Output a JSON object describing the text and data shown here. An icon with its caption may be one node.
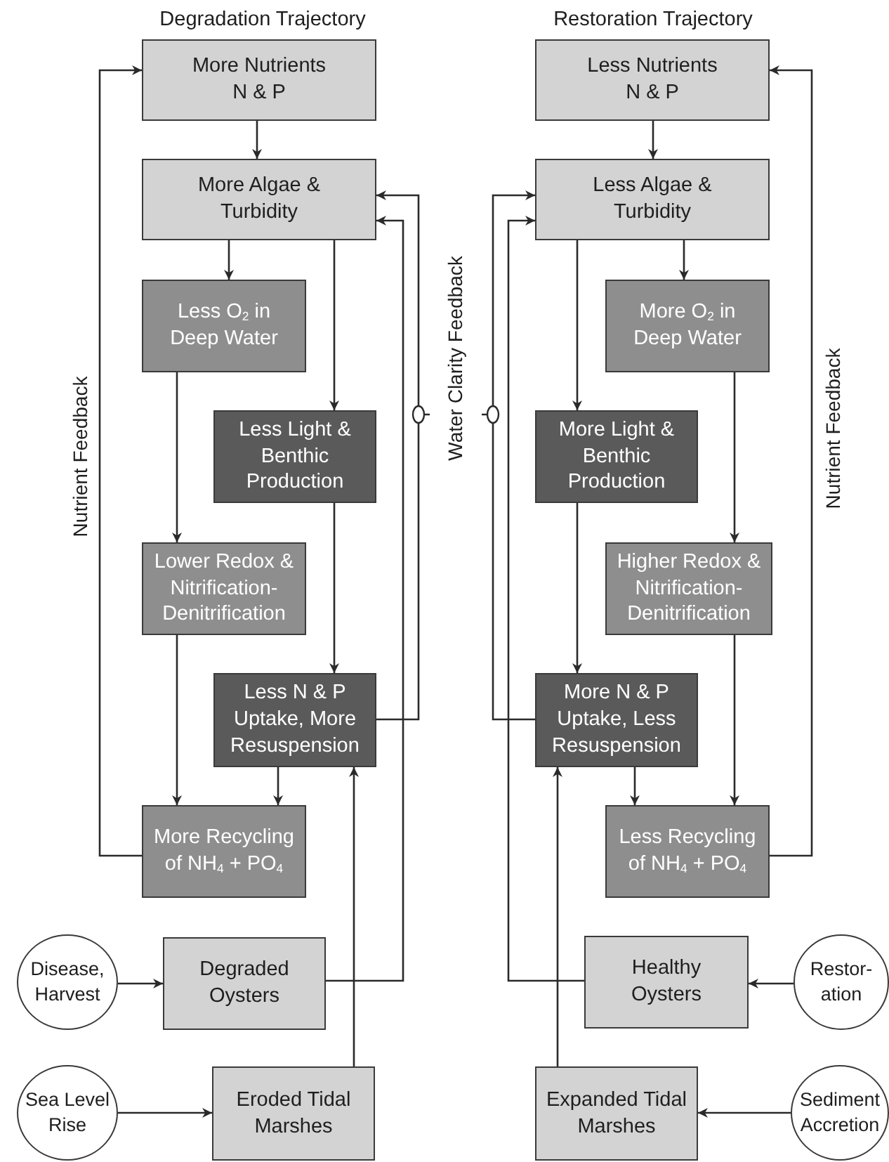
{
  "diagram": {
    "nodes": [
      {
        "text": [
          "More Nutrients N & P"
        ]
      },
      {
        "text": [
          "More Algae & Turbidity"
        ]
      },
      {
        "text": [
          "Less O$_{2}$ in Deep Water"
        ]
      },
      {
        "text": [
          "Less Light & Benthic Production"
        ]
      },
      {
        "text": [
          "Lower Redox & Nitrification-Denitrification"
        ]
      },
      {
        "text": [
          "Less N & P Uptake, More Resuspension"
        ]
      },
      {
        "text": [
          "More Recycling of NH$_{4}$ + PO$_{4}$"
        ]
      },
      {
        "text": [
          "Disease, Harvest"
        ]
      },
      {
        "text": [
          "Degraded Oysters"
        ]
      },
      {
        "text": [
          "Sea Level Rise"
        ]
      },
      {
        "text": [
          "Eroded Tidal Marshes"
        ]
      },
      {
        "text": [
          "Less Nutrients N & P"
        ]
      },
      {
        "text": [
          "Less Algae & Turbidity"
        ]
      },
      {
        "text": [
          "More O$_{2}$ in Deep Water"
        ]
      },
      {
        "text": [
          "More Light & Benthic Production"
        ]
      },
      {
        "text": [
          "Higher Redox & Nitrification-Denitrification"
        ]
      },
      {
        "text": [
          "More N & P Uptake, Less Resuspension"
        ]
      },
      {
        "text": [
          "Less Recycling of NH$_{4}$ + PO$_{4}$"
        ]
      },
      {
        "text": [
          "Healthy Oysters"
        ]
      },
      {
        "text": [
          "Restor-ation"
        ]
      },
      {
        "text": [
          "Expanded Tidal Marshes"
        ]
      },
      {
        "text": [
          "Sediment Accretion"
        ]
      }
    ],
    "edges": [
      {
        "from": 0,
        "to": 1,
        "arrow": "to"
      },
      {
        "from": 1,
        "to": 2,
        "arrow": "to"
      },
      {
        "from": 1,
        "to": 3,
        "arrow": "to"
      },
      {
        "from": 2,
        "to": 4,
        "arrow": "to"
      },
      {
        "from": 3,
        "to": 5,
        "arrow": "to"
      },
      {
        "from": 4,
        "to": 6,
        "arrow": "to"
      },
      {
        "from": 5,
        "to": 6,
        "arrow": "to"
      },
      {
        "from": 6,
        "to": 0,
        "arrow": "to"
      },
      {
        "from": 5,
        "to": 1,
        "arrow": "to"
      },
      {
        "from": 7,
        "to": 8,
        "arrow": "to"
      },
      {
        "from": 8,
        "to": 1,
        "arrow": "to"
      },
      {
        "from": 9,
        "to": 10,
        "arrow": "to"
      },
      {
        "from": 10,
        "to": 5,
        "arrow": "to"
      },
      {
        "from": 11,
        "to": 12,
        "arrow": "to"
      },
      {
        "from": 12,
        "to": 13,
        "arrow": "to"
      },
      {
        "from": 12,
        "to": 14,
        "arrow": "to"
      },
      {
        "from": 13,
        "to": 15,
        "arrow": "to"
      },
      {
        "from": 14,
        "to": 16,
        "arrow": "to"
      },
      {
        "from": 15,
        "to": 17,
        "arrow": "to"
      },
      {
        "from": 16,
        "to": 17,
        "arrow": "to"
      },
      {
        "from": 17,
        "to": 11,
        "arrow": "to"
      },
      {
        "from": 16,
        "to": 12,
        "arrow": "to"
      },
      {
        "from": 19,
        "to": 18,
        "arrow": "to"
      },
      {
        "from": 18,
        "to": 12,
        "arrow": "to"
      },
      {
        "from": 21,
        "to": 20,
        "arrow": "to"
      },
      {
        "from": 20,
        "to": 16,
        "arrow": "to"
      }
    ],
    "labels": [
      "Degradation Trajectory",
      "Restoration Trajectory",
      "Nutrient Feedback",
      "Water Clarity Feedback",
      "Nutrient Feedback"
    ]
  }
}
